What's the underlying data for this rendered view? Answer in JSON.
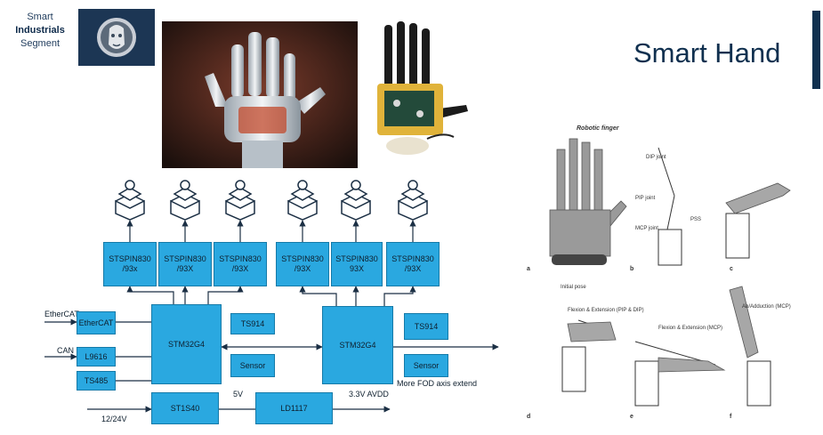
{
  "header": {
    "segment_line1": "Smart",
    "segment_line2": "Industrials",
    "segment_line3": "Segment",
    "title": "Smart Hand"
  },
  "images": {
    "logo": "robot-head-logo",
    "hand_photo": "robotic-hand-photo",
    "gripper_photo": "robot-gripper-photo",
    "robotic_finger_figure": "robotic-finger-figure"
  },
  "motors": [
    "motor-icon",
    "motor-icon",
    "motor-icon",
    "motor-icon",
    "motor-icon",
    "motor-icon"
  ],
  "drivers": [
    "STSPIN830\n/93x",
    "STSPIN830\n/93X",
    "STSPIN830\n/93X",
    "STSPIN830\n/93X",
    "STSPIN830\n93X",
    "STSPIN830\n/93X"
  ],
  "blocks": {
    "ethercat": "EtherCAT",
    "l9616": "L9616",
    "ts485": "TS485",
    "mcu1": "STM32G4",
    "ts914_1": "TS914",
    "sensor_1": "Sensor",
    "mcu2": "STM32G4",
    "ts914_2": "TS914",
    "sensor_2": "Sensor",
    "st1s40": "ST1S40",
    "ld1117": "LD1117"
  },
  "labels": {
    "ethercat_in": "EtherCAT",
    "can_in": "CAN",
    "v_in": "12/24V",
    "v5": "5V",
    "v33": "3.3V AVDD",
    "fod_extend": "More FOD axis extend"
  },
  "figure_labels": {
    "robotic_finger": "Robotic finger",
    "panels": [
      "a",
      "b",
      "c",
      "d",
      "e",
      "f"
    ],
    "joints": [
      "DIP joint",
      "PIP joint",
      "MCP joint",
      "PSS"
    ],
    "motions": [
      "Flexion & Extension (PIP & DIP)",
      "Flexion & Extension (MCP)",
      "Ab/Adduction (MCP)"
    ],
    "initial_pose": "Initial pose"
  },
  "colors": {
    "block_fill": "#2aa8e0",
    "block_border": "#157aa8",
    "title": "#10304f",
    "arrow": "#1b2f44"
  }
}
